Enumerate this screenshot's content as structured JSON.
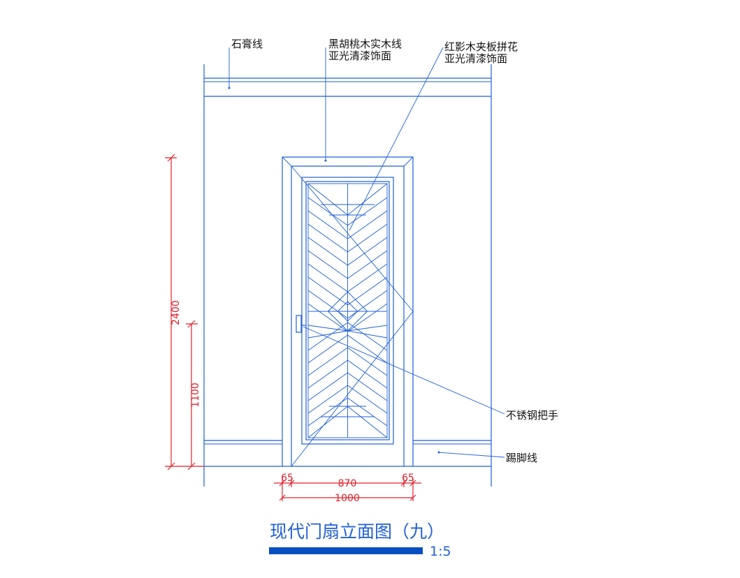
{
  "title": "现代门扇立面图（九）",
  "scale": "1:5",
  "labels": {
    "gypsum_line": "石膏线",
    "walnut_line_1": "黑胡桃木实木线",
    "walnut_line_2": "亚光清漆饰面",
    "veneer_1": "红影木夹板拼花",
    "veneer_2": "亚光清漆饰面",
    "handle": "不锈钢把手",
    "skirting": "踢脚线"
  },
  "dimensions": {
    "height_total": "2400",
    "height_handle": "1100",
    "frame_left": "65",
    "leaf_width": "870",
    "frame_right": "65",
    "width_total": "1000"
  },
  "colors": {
    "linework": "#1f5fd6",
    "dimensions": "#e0202a",
    "scale_bar": "#0a4fc0"
  }
}
